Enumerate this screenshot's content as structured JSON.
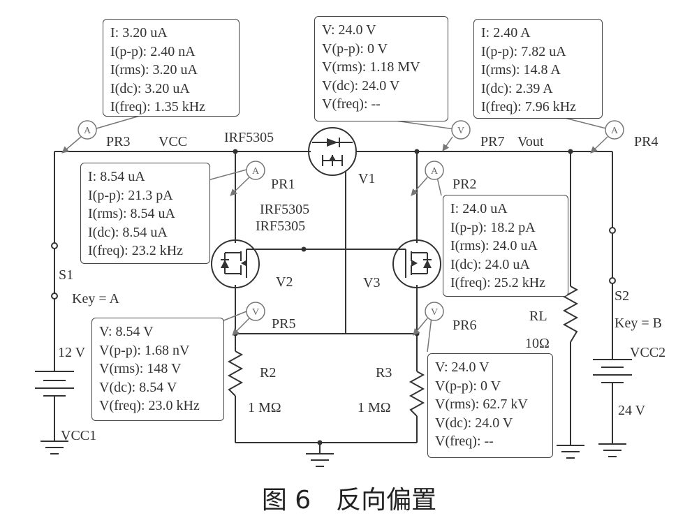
{
  "caption": "图 6　反向偏置",
  "components": {
    "pr3": "PR3",
    "vcc": "VCC",
    "irf_top": "IRF5305",
    "pr7": "PR7",
    "vout": "Vout",
    "pr4": "PR4",
    "pr1": "PR1",
    "v1": "V1",
    "pr2": "PR2",
    "irf_mid1": "IRF5305",
    "irf_mid2": "IRF5305",
    "v2": "V2",
    "v3": "V3",
    "s1": "S1",
    "key_a": "Key = A",
    "pr5": "PR5",
    "pr6": "PR6",
    "rl": "RL",
    "rl_val": "10Ω",
    "s2": "S2",
    "key_b": "Key = B",
    "v12": "12 V",
    "r2": "R2",
    "r2_val": "1 MΩ",
    "r3": "R3",
    "r3_val": "1 MΩ",
    "vcc2": "VCC2",
    "v24": "24 V",
    "vcc1": "VCC1"
  },
  "probe_letters": {
    "ammeter": "A",
    "voltmeter": "V"
  },
  "probes": {
    "pr3": [
      "I: 3.20 uA",
      "I(p-p): 2.40 nA",
      "I(rms): 3.20 uA",
      "I(dc): 3.20 uA",
      "I(freq): 1.35 kHz"
    ],
    "pr7": [
      "V: 24.0 V",
      "V(p-p): 0 V",
      "V(rms): 1.18 MV",
      "V(dc): 24.0 V",
      "V(freq): --"
    ],
    "pr4": [
      "I: 2.40 A",
      "I(p-p): 7.82 uA",
      "I(rms): 14.8 A",
      "I(dc): 2.39 A",
      "I(freq): 7.96 kHz"
    ],
    "pr1": [
      "I: 8.54 uA",
      "I(p-p): 21.3 pA",
      "I(rms): 8.54 uA",
      "I(dc): 8.54 uA",
      "I(freq): 23.2 kHz"
    ],
    "pr2": [
      "I: 24.0 uA",
      "I(p-p): 18.2 pA",
      "I(rms): 24.0 uA",
      "I(dc): 24.0 uA",
      "I(freq): 25.2 kHz"
    ],
    "pr5": [
      "V: 8.54 V",
      "V(p-p): 1.68 nV",
      "V(rms): 148 V",
      "V(dc): 8.54 V",
      "V(freq): 23.0 kHz"
    ],
    "pr6": [
      "V: 24.0 V",
      "V(p-p): 0 V",
      "V(rms): 62.7 kV",
      "V(dc): 24.0 V",
      "V(freq): --"
    ]
  }
}
